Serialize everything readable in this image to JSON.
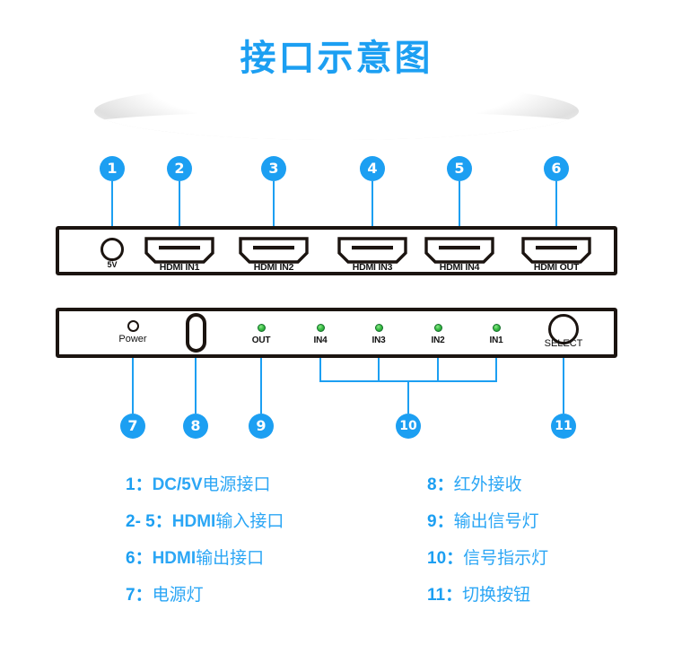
{
  "page": {
    "title": "接口示意图",
    "accent_color": "#1C9FF2",
    "legend_color": "#2BA6F5",
    "panel_border_color": "#1b1410",
    "led_color": "#3bbf46"
  },
  "rear_panel": {
    "name": "rear-panel",
    "dc_jack_label": "5V",
    "ports": [
      {
        "label": "HDMI IN1"
      },
      {
        "label": "HDMI IN2"
      },
      {
        "label": "HDMI IN3"
      },
      {
        "label": "HDMI IN4"
      },
      {
        "label": "HDMI OUT"
      }
    ]
  },
  "front_panel": {
    "name": "front-panel",
    "power_label": "Power",
    "select_label": "SELECT",
    "leds": [
      {
        "label": "OUT"
      },
      {
        "label": "IN4"
      },
      {
        "label": "IN3"
      },
      {
        "label": "IN2"
      },
      {
        "label": "IN1"
      }
    ]
  },
  "callouts": [
    {
      "number": "1",
      "target": "dc-5v-jack"
    },
    {
      "number": "2",
      "target": "hdmi-in1"
    },
    {
      "number": "3",
      "target": "hdmi-in2"
    },
    {
      "number": "4",
      "target": "hdmi-in3"
    },
    {
      "number": "5",
      "target": "hdmi-in4"
    },
    {
      "number": "6",
      "target": "hdmi-out"
    },
    {
      "number": "7",
      "target": "power-led"
    },
    {
      "number": "8",
      "target": "ir-receiver"
    },
    {
      "number": "9",
      "target": "out-led"
    },
    {
      "number": "10",
      "target": "input-leds"
    },
    {
      "number": "11",
      "target": "select-button"
    }
  ],
  "legend": {
    "left": [
      {
        "num": "1：",
        "latin": "DC/5V",
        "cn": "电源接口"
      },
      {
        "num": "2- 5：",
        "latin": "HDMI",
        "cn": "输入接口"
      },
      {
        "num": "6：",
        "latin": "HDMI",
        "cn": "输出接口"
      },
      {
        "num": "7：",
        "latin": "",
        "cn": "电源灯"
      }
    ],
    "right": [
      {
        "num": "8：",
        "latin": "",
        "cn": "红外接收"
      },
      {
        "num": "9：",
        "latin": "",
        "cn": "输出信号灯"
      },
      {
        "num": "10：",
        "latin": "",
        "cn": "信号指示灯"
      },
      {
        "num": "11：",
        "latin": "",
        "cn": "切换按钮"
      }
    ]
  }
}
